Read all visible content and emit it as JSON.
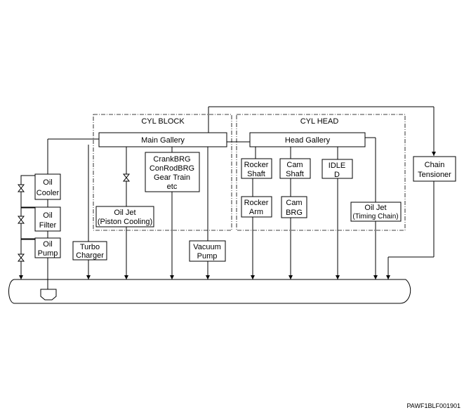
{
  "sections": {
    "cyl_block": "CYL BLOCK",
    "cyl_head": "CYL HEAD"
  },
  "components": {
    "main_gallery": "Main Gallery",
    "head_gallery": "Head Gallery",
    "oil_cooler": [
      "Oil",
      "Cooler"
    ],
    "oil_filter": [
      "Oil",
      "Filter"
    ],
    "oil_pump": [
      "Oil",
      "Pump"
    ],
    "turbo_charger": [
      "Turbo",
      "Charger"
    ],
    "oil_jet_piston": [
      "Oil Jet",
      "(Piston Cooling)"
    ],
    "crank_bearings": [
      "CrankBRG",
      "ConRodBRG",
      "Gear Train",
      "etc"
    ],
    "vacuum_pump": [
      "Vacuum",
      "Pump"
    ],
    "rocker_shaft": [
      "Rocker",
      "Shaft"
    ],
    "rocker_arm": [
      "Rocker",
      "Arm"
    ],
    "cam_shaft": [
      "Cam",
      "Shaft"
    ],
    "cam_brg": [
      "Cam",
      "BRG"
    ],
    "idle_d": [
      "IDLE",
      "D"
    ],
    "oil_jet_timing": [
      "Oil Jet",
      "(Timing Chain)"
    ],
    "chain_tensioner": [
      "Chain",
      "Tensioner"
    ]
  },
  "figure_code": "PAWF1BLF001901"
}
